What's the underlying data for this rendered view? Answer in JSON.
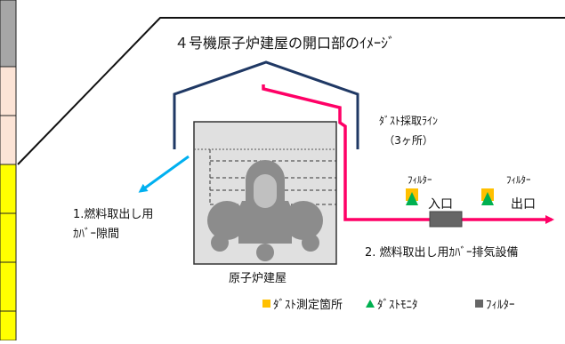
{
  "title": "４号機原子炉建屋の開口部のｲﾒｰｼﾞ",
  "dust_sampling_line": {
    "label": "ﾀﾞｽﾄ採取ﾗｲﾝ",
    "count": "（3ヶ所）"
  },
  "filters": [
    {
      "label": "ﾌｨﾙﾀｰ"
    },
    {
      "label": "ﾌｨﾙﾀｰ"
    }
  ],
  "ports": {
    "inlet": "入口",
    "outlet": "出口"
  },
  "gap_label": {
    "line1": "1.燃料取出し用",
    "line2": "ｶﾊﾞｰ隙間"
  },
  "exhaust_label": "2. 燃料取出し用ｶﾊﾞｰ排気設備",
  "building_label": "原子炉建屋",
  "legend": {
    "dust_measurement_point": "ﾀﾞｽﾄ測定箇所",
    "dust_monitor": "ﾀﾞｽﾄﾓﾆﾀ",
    "filter": "ﾌｨﾙﾀｰ"
  },
  "colors": {
    "sampling_line": "#ff0066",
    "cover": "#1f3864",
    "leak_arrow": "#00b0f0",
    "dust_point": "#ffc000",
    "dust_monitor": "#00b050",
    "filter_box": "#666666",
    "sidebar_top": "#a6a6a6",
    "sidebar_mid": "#fce4d6",
    "sidebar_bottom": "#ffff00"
  }
}
